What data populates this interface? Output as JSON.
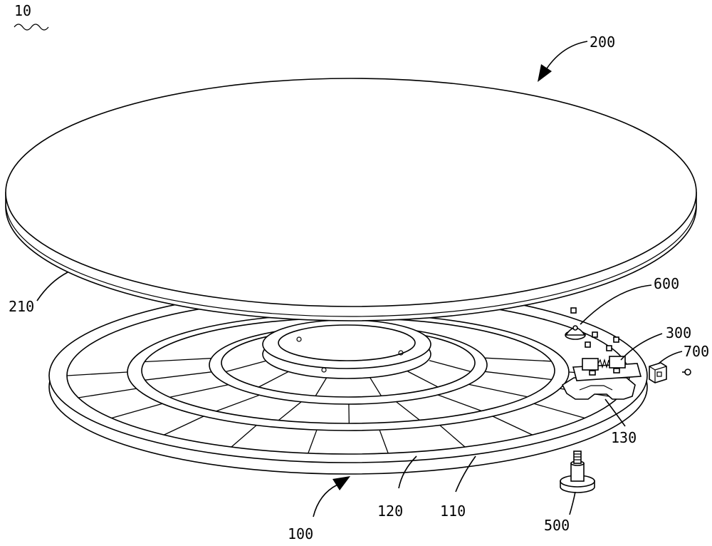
{
  "figure": {
    "labels": {
      "assembly": "10",
      "top_plate": "200",
      "top_plate_edge": "210",
      "base": "100",
      "outer_ring": "110",
      "inner_frame": "120",
      "bracket": "130",
      "locking_unit": "300",
      "pivot": "600",
      "cap": "700",
      "foot": "500"
    }
  }
}
